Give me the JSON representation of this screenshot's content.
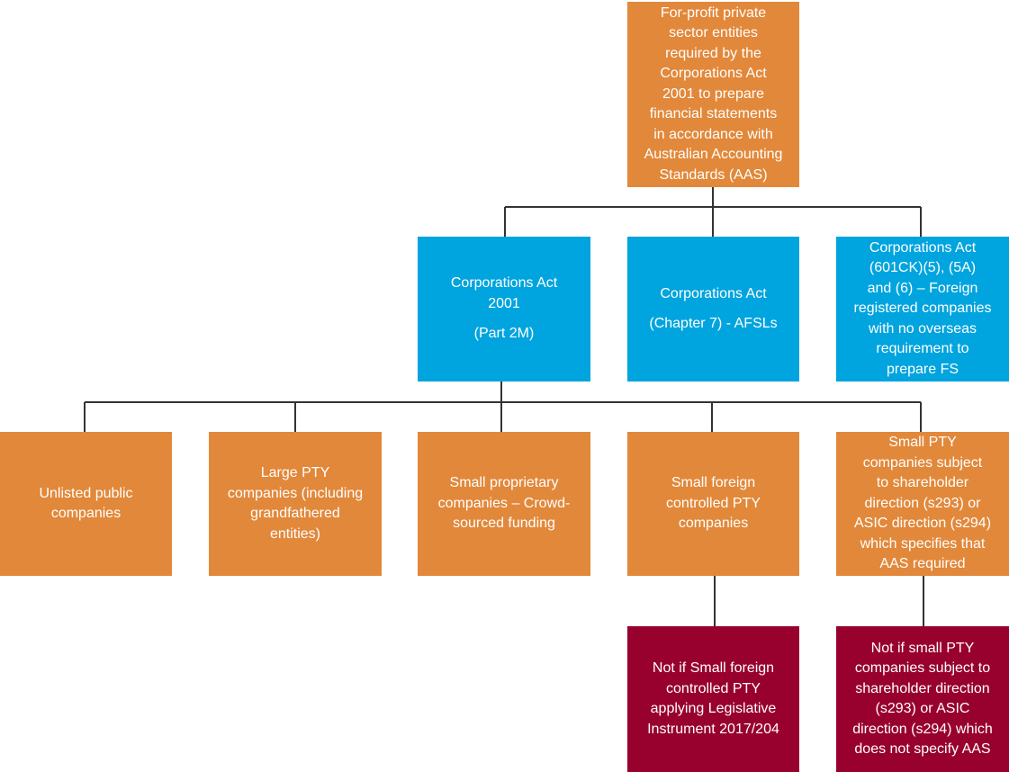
{
  "colors": {
    "orange": "#E2883A",
    "blue": "#00A4DE",
    "red": "#98002E",
    "connector": "#333333"
  },
  "root": {
    "text": "For-profit private\nsector entities\nrequired by the\nCorporations Act\n2001 to prepare\nfinancial statements\nin accordance with\nAustralian Accounting\nStandards (AAS)"
  },
  "level2": [
    {
      "text": "Corporations Act\n2001",
      "sub": "(Part 2M)"
    },
    {
      "text": "Corporations Act",
      "sub": "(Chapter 7)  - AFSLs"
    },
    {
      "text": "Corporations Act\n(601CK)(5), (5A)\nand (6) – Foreign\nregistered companies\nwith no overseas\nrequirement to\nprepare FS"
    }
  ],
  "level3": [
    {
      "text": "Unlisted public\ncompanies"
    },
    {
      "text": "Large PTY\ncompanies (including\ngrandfathered\nentities)"
    },
    {
      "text": "Small proprietary\ncompanies – Crowd-\nsourced funding"
    },
    {
      "text": "Small foreign\ncontrolled PTY\ncompanies"
    },
    {
      "text": "Small PTY\ncompanies subject\nto shareholder\ndirection (s293) or\nASIC direction (s294)\nwhich specifies that\nAAS required"
    }
  ],
  "level4": [
    {
      "text": "Not if Small foreign\ncontrolled PTY\napplying Legislative\nInstrument 2017/204"
    },
    {
      "text": "Not if small PTY\ncompanies subject to\nshareholder direction\n(s293) or ASIC\ndirection (s294) which\ndoes not specify AAS"
    }
  ]
}
